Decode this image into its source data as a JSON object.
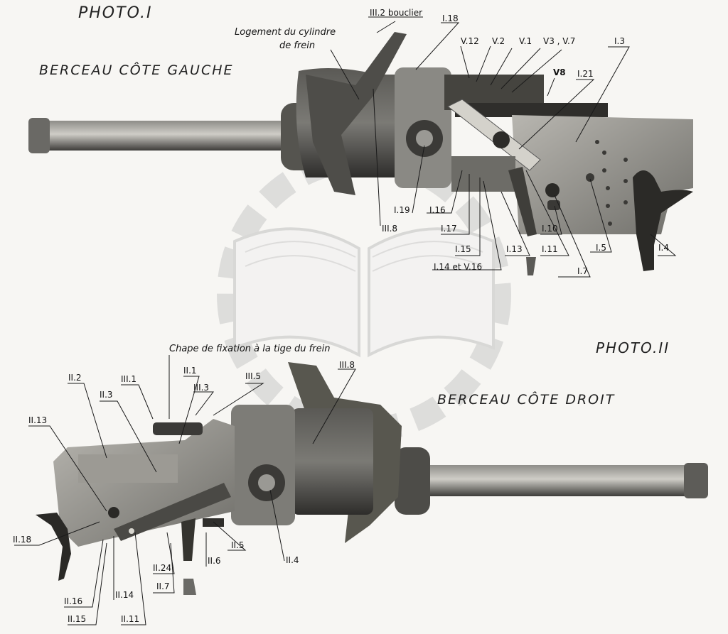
{
  "photo1": {
    "heading": "PHOTO.I",
    "subtitle": "BERCEAU CÔTE GAUCHE",
    "caption_line1": "Logement du cylindre",
    "caption_line2": "de frein",
    "bouclier": "III.2 bouclier",
    "labels": {
      "i18": "I.18",
      "v12": "V.12",
      "v2": "V.2",
      "v1": "V.1",
      "v3v7": "V3 , V.7",
      "i3": "I.3",
      "v8": "V8",
      "i21": "I.21",
      "i19": "I.19",
      "iii8": "III.8",
      "i16": "I.16",
      "i17": "I.17",
      "i15": "I.15",
      "i14v16": "I.14 et V.16",
      "i13": "I.13",
      "i11": "I.11",
      "i10": "I.10",
      "i7": "I.7",
      "i5": "I.5",
      "i4": "I.4"
    }
  },
  "photo2": {
    "heading": "PHOTO.II",
    "subtitle": "BERCEAU CÔTE DROIT",
    "caption": "Chape de fixation à la tige du frein",
    "labels": {
      "ii2": "II.2",
      "ii3": "II.3",
      "iii1": "III.1",
      "ii1": "II.1",
      "iii3": "III.3",
      "iii5": "III.5",
      "iii8": "III.8",
      "ii13": "II.13",
      "ii18": "II.18",
      "ii4": "II.4",
      "ii5": "II.5",
      "ii6": "II.6",
      "ii24": "II.24",
      "ii7": "II.7",
      "ii16": "II.16",
      "ii14": "II.14",
      "ii15": "II.15",
      "ii11": "II.11"
    }
  },
  "colors": {
    "metal_dark": "#3a3936",
    "metal_mid": "#6b6a66",
    "metal_light": "#a9a8a3",
    "watermark": "#c9c9c9"
  }
}
